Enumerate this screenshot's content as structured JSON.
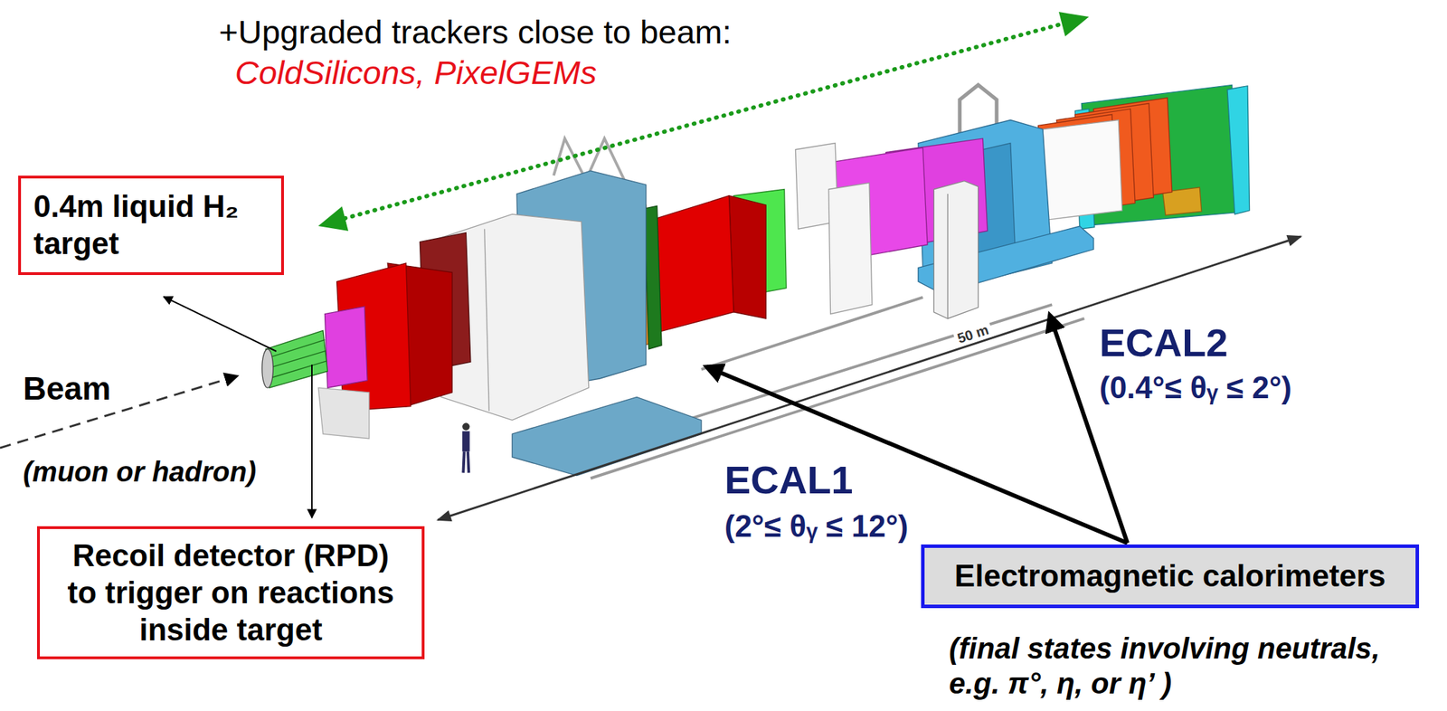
{
  "diagram": {
    "nodes": [
      {
        "text": [
          "0.4m liquid H₂ target"
        ]
      },
      {
        "text": [
          "Recoil detector (RPD) to trigger on reactions inside target"
        ]
      },
      {
        "text": [
          "Electromagnetic calorimeters"
        ]
      }
    ],
    "labels": [
      "+Upgraded trackers close to beam:",
      "ColdSilicons, PixelGEMs",
      "Beam",
      "(muon or hadron)",
      "ECAL1",
      "(2°≤ θᵧ ≤ 12°)",
      "ECAL2",
      "(0.4°≤ θᵧ ≤ 2°)",
      "(final states involving neutrals, e.g. π°, η, or η’ )",
      "50 m"
    ]
  }
}
